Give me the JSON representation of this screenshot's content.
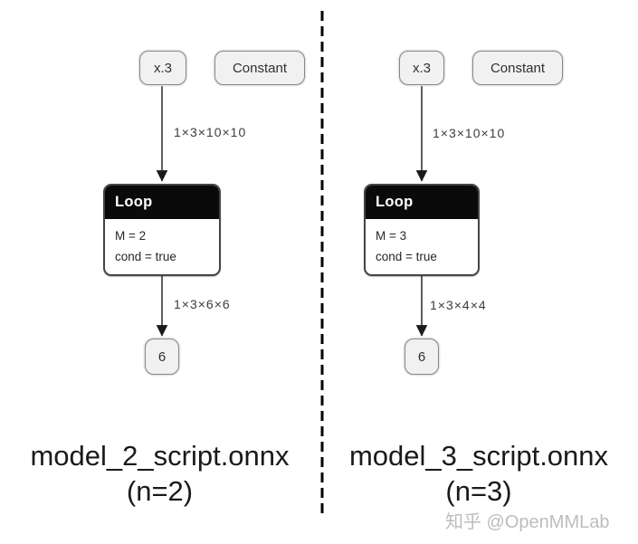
{
  "colors": {
    "bg": "#ffffff",
    "node_fill": "#f1f1f1",
    "node_border": "#888888",
    "loop_header_bg": "#0a0a0a",
    "loop_header_text": "#ffffff",
    "loop_border": "#444444",
    "edge": "#1a1a1a",
    "label_text": "#3d3d3d",
    "node_text": "#303030",
    "caption_text": "#1a1a1a",
    "watermark_text": "#bdbdbd"
  },
  "graphs": [
    {
      "input_node": "x.3",
      "constant_node": "Constant",
      "input_edge_shape": "1×3×10×10",
      "loop_node": {
        "title": "Loop",
        "attributes": [
          "M = 2",
          "cond = true"
        ]
      },
      "output_edge_shape": "1×3×6×6",
      "output_node": "6",
      "caption": "model_2_script.onnx",
      "caption_sub": "(n=2)"
    },
    {
      "input_node": "x.3",
      "constant_node": "Constant",
      "input_edge_shape": "1×3×10×10",
      "loop_node": {
        "title": "Loop",
        "attributes": [
          "M = 3",
          "cond = true"
        ]
      },
      "output_edge_shape": "1×3×4×4",
      "output_node": "6",
      "caption": "model_3_script.onnx",
      "caption_sub": "(n=3)"
    }
  ],
  "watermark": "知乎 @OpenMMLab"
}
